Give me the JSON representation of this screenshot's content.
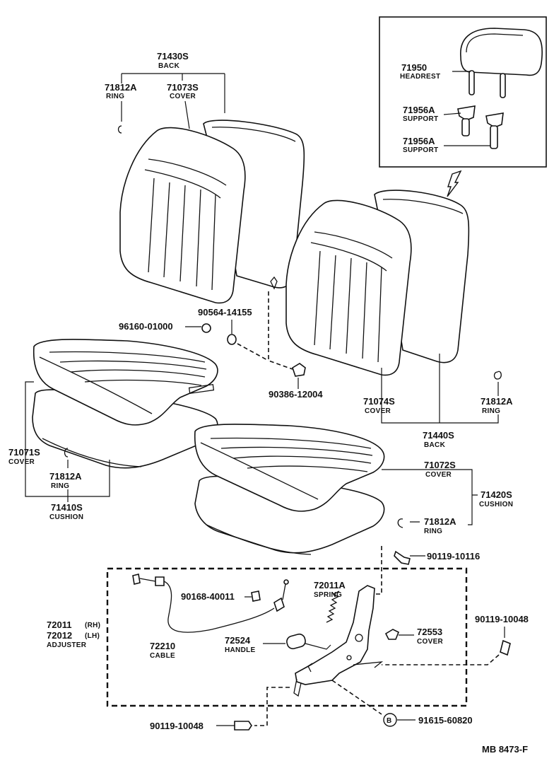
{
  "labels": {
    "back_top": {
      "part": "71430S",
      "name": "BACK"
    },
    "ring_top": {
      "part": "71812A",
      "name": "RING"
    },
    "cover_top": {
      "part": "71073S",
      "name": "COVER"
    },
    "headrest": {
      "part": "71950",
      "name": "HEADREST"
    },
    "support_1": {
      "part": "71956A",
      "name": "SUPPORT"
    },
    "support_2": {
      "part": "71956A",
      "name": "SUPPORT"
    },
    "clip_a": {
      "part": "90564-14155"
    },
    "bushing": {
      "part": "96160-01000"
    },
    "nut": {
      "part": "90386-12004"
    },
    "cover_rb": {
      "part": "71074S",
      "name": "COVER"
    },
    "ring_rb": {
      "part": "71812A",
      "name": "RING"
    },
    "back_r": {
      "part": "71440S",
      "name": "BACK"
    },
    "cover_lc": {
      "part": "71071S",
      "name": "COVER"
    },
    "ring_lc": {
      "part": "71812A",
      "name": "RING"
    },
    "cushion_l": {
      "part": "71410S",
      "name": "CUSHION"
    },
    "cover_rc": {
      "part": "71072S",
      "name": "COVER"
    },
    "cushion_r": {
      "part": "71420S",
      "name": "CUSHION"
    },
    "ring_rc": {
      "part": "71812A",
      "name": "RING"
    },
    "bolt_a": {
      "part": "90119-10116"
    },
    "adjuster": {
      "part1": "72011",
      "side1": "(RH)",
      "part2": "72012",
      "side2": "(LH)",
      "name": "ADJUSTER"
    },
    "clip_b": {
      "part": "90168-40011"
    },
    "spring": {
      "part": "72011A",
      "name": "SPRING"
    },
    "cable": {
      "part": "72210",
      "name": "CABLE"
    },
    "handle": {
      "part": "72524",
      "name": "HANDLE"
    },
    "cover_adj": {
      "part": "72553",
      "name": "COVER"
    },
    "bolt_b": {
      "part": "90119-10048"
    },
    "bolt_c": {
      "part": "90119-10048"
    },
    "washer_b": {
      "part": "91615-60820",
      "marker": "B"
    },
    "footer": {
      "code": "MB 8473-F"
    }
  }
}
